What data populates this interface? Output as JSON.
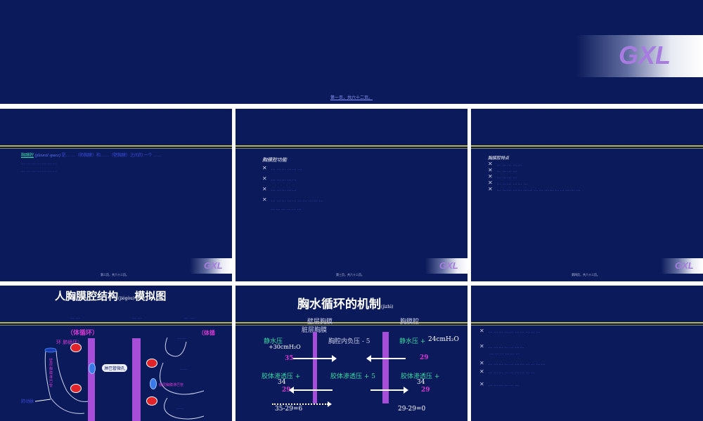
{
  "colors": {
    "slide_background": "#0b1a5a",
    "rule": "#b8b04a",
    "logo": "#a77be0",
    "link_text": "#3a4ad8",
    "accent_magenta": "#d33ad0",
    "membrane_bar": "#a64ed8"
  },
  "logo": "GXL",
  "slide1": {
    "footer": "第一页，共六十二页。"
  },
  "slide2": {
    "term_cn": "胸膜腔",
    "term_en": "(pleural space)",
    "body_line1": "是… …（肺胸膜）和……（壁胸膜）之间的 一个 ……",
    "body_line2": "… … … … … … …",
    "body_line3": "… … … … … … …",
    "footer": "第二页，共六十二页。"
  },
  "slide3": {
    "heading": "胸膜腔功能",
    "items": [
      "… … … … … …",
      "… … … … …",
      "… … … … …",
      "… … … … … … … … … …",
      "… … … … … …"
    ],
    "footer": "第三页，共六十二页。"
  },
  "slide4": {
    "heading": "胸膜腔特点",
    "items": [
      "… … … … …",
      "… … … …",
      "… … … …",
      "… … … … … …",
      "… … … … … … … … … … … … … … … …"
    ],
    "footer": "第四页，共六十二页。"
  },
  "slide5": {
    "title": "人胸膜腔结构",
    "title_pinyin": "(jiégòu)",
    "title_suffix": "模拟图",
    "header_labels": [
      "… …",
      "… …",
      "… …"
    ],
    "left_circ": "（体循环）",
    "left_circ2": "环  肺循环）",
    "right_circ": "（体循",
    "label_vessel": "壁层胸膜淋巴管",
    "label_lymph_pore": "淋巴管微孔",
    "label_visceral_lymph": "脏层胸膜淋巴管",
    "label_bottom_left": "肺动脉",
    "label_r1": "……",
    "label_r2": "……",
    "label_r3": "……"
  },
  "slide6": {
    "title": "胸水循环的机制",
    "title_pinyin": "(jìzhì)",
    "label_parietal": "壁层胸膜",
    "label_visceral": "脏层胸膜",
    "label_cavity": "胸膜腔",
    "hydro_left": "静水压",
    "hydro_left_value": "+30cmH₂O",
    "neg_pressure": "胸腔内负压 - 5",
    "hydro_right": "静水压 +",
    "hydro_right_value": "24cmH₂O",
    "num_35": "35",
    "num_29_right": "29",
    "colloid_left": "胶体渗透压 +",
    "colloid_left_value": "34",
    "colloid_mid": "胶体渗透压 + 5",
    "colloid_right": "胶体渗透压 +",
    "colloid_right_value": "34",
    "num_29_left": "29",
    "num_29_right2": "29",
    "calc_left": "35-29=6",
    "calc_right": "29-29=0"
  },
  "slide7": {
    "items": [
      "… … … … … … … … … …",
      "… … … … … … …",
      "… … … … … …",
      "… … … … … … … … … … …",
      "… … … … … … … … …",
      "… … … … … …"
    ]
  }
}
